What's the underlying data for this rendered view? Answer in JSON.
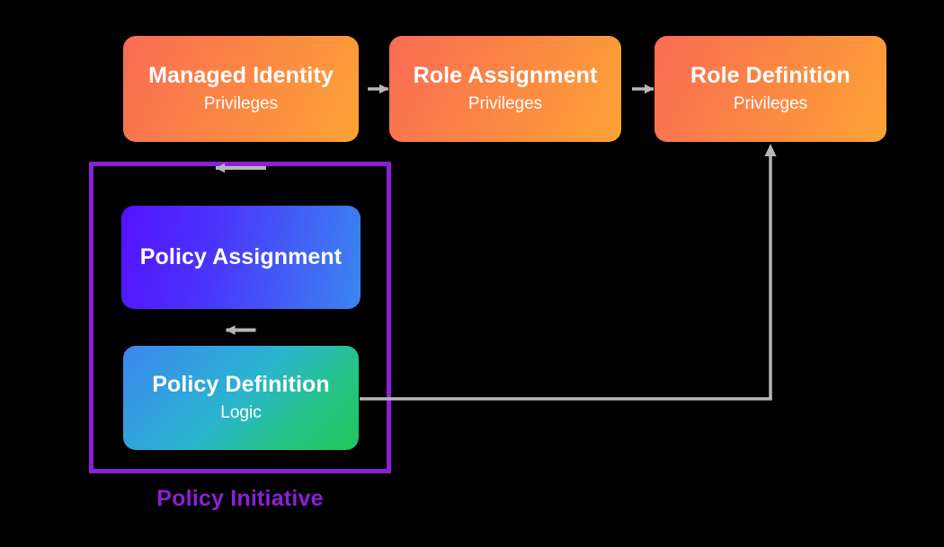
{
  "diagram": {
    "title_label": "Policy Initiative",
    "background_color": "#000000",
    "group_border_color": "#8b21d6",
    "connector_color": "#b5b7bc",
    "nodes": [
      {
        "id": "managed-identity",
        "title": "Managed Identity",
        "subtitle": "Privileges",
        "gradient_from": "#fa6c54",
        "gradient_to": "#fca335"
      },
      {
        "id": "role-assignment",
        "title": "Role Assignment",
        "subtitle": "Privileges",
        "gradient_from": "#fa6c54",
        "gradient_to": "#fca335"
      },
      {
        "id": "role-definition",
        "title": "Role Definition",
        "subtitle": "Privileges",
        "gradient_from": "#fa6c54",
        "gradient_to": "#fca335"
      },
      {
        "id": "policy-assignment",
        "title": "Policy Assignment",
        "subtitle": "",
        "gradient_from": "#5512fe",
        "gradient_to": "#3b86f0"
      },
      {
        "id": "policy-definition",
        "title": "Policy Definition",
        "subtitle": "Logic",
        "gradient_from": "#3d86f0",
        "gradient_to": "#22c55e"
      }
    ],
    "edges": [
      {
        "id": "role-assignment-to-managed-identity",
        "from": "role-assignment",
        "to": "managed-identity",
        "direction": "left"
      },
      {
        "id": "role-definition-to-role-assignment",
        "from": "role-definition",
        "to": "role-assignment",
        "direction": "left"
      },
      {
        "id": "managed-identity-to-policy-assignment",
        "from": "managed-identity",
        "to": "policy-assignment",
        "direction": "down"
      },
      {
        "id": "policy-definition-to-policy-assignment",
        "from": "policy-definition",
        "to": "policy-assignment",
        "direction": "up"
      },
      {
        "id": "policy-definition-to-role-definition",
        "from": "policy-definition",
        "to": "role-definition",
        "direction": "up"
      }
    ]
  }
}
